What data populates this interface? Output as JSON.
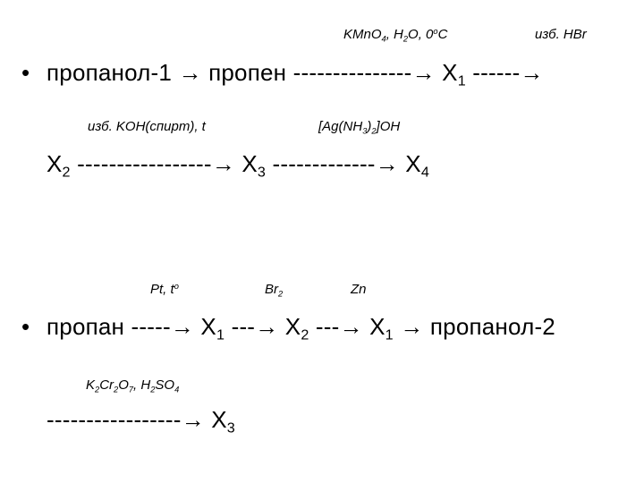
{
  "scheme1": {
    "conditions": {
      "kmno4": {
        "a": "KMnO",
        "a_sub": "4",
        "b": ", H",
        "b_sub": "2",
        "c": "O, 0",
        "c_sup": "o",
        "d": "C"
      },
      "hbr": "изб. HBr",
      "koh": "изб. KOH(спирт), t",
      "ag": {
        "a": "[Ag(NH",
        "a_sub1": "3",
        "b": ")",
        "a_sub2": "2",
        "c": "]OH"
      }
    },
    "line1": {
      "start": "пропанол-1 → пропен ---------------→ X",
      "x1_sub": "1",
      "end": " ------→"
    },
    "line2": {
      "x2": "X",
      "x2_sub": "2",
      "arrow_a": " -----------------→ X",
      "x3_sub": "3",
      "arrow_b": " -------------→ X",
      "x4_sub": "4"
    }
  },
  "scheme2": {
    "conditions": {
      "pt": {
        "a": "Pt, t",
        "a_sup": "o"
      },
      "br2": {
        "a": "Br",
        "a_sub": "2"
      },
      "zn": "Zn",
      "k2cr2o7": {
        "a": "K",
        "a_sub1": "2",
        "b": "Cr",
        "a_sub2": "2",
        "c": "O",
        "a_sub3": "7",
        "d": ", H",
        "a_sub4": "2",
        "e": "SO",
        "a_sub5": "4"
      }
    },
    "line1": {
      "a": "пропан -----→ X",
      "x1_sub": "1",
      "b": " ---→ X",
      "x2_sub": "2",
      "c": " ---→ X",
      "x1b_sub": "1",
      "d": " → пропанол-2"
    },
    "line2": {
      "a": "-----------------→ X",
      "x3_sub": "3"
    }
  },
  "bullet_glyph": "•"
}
